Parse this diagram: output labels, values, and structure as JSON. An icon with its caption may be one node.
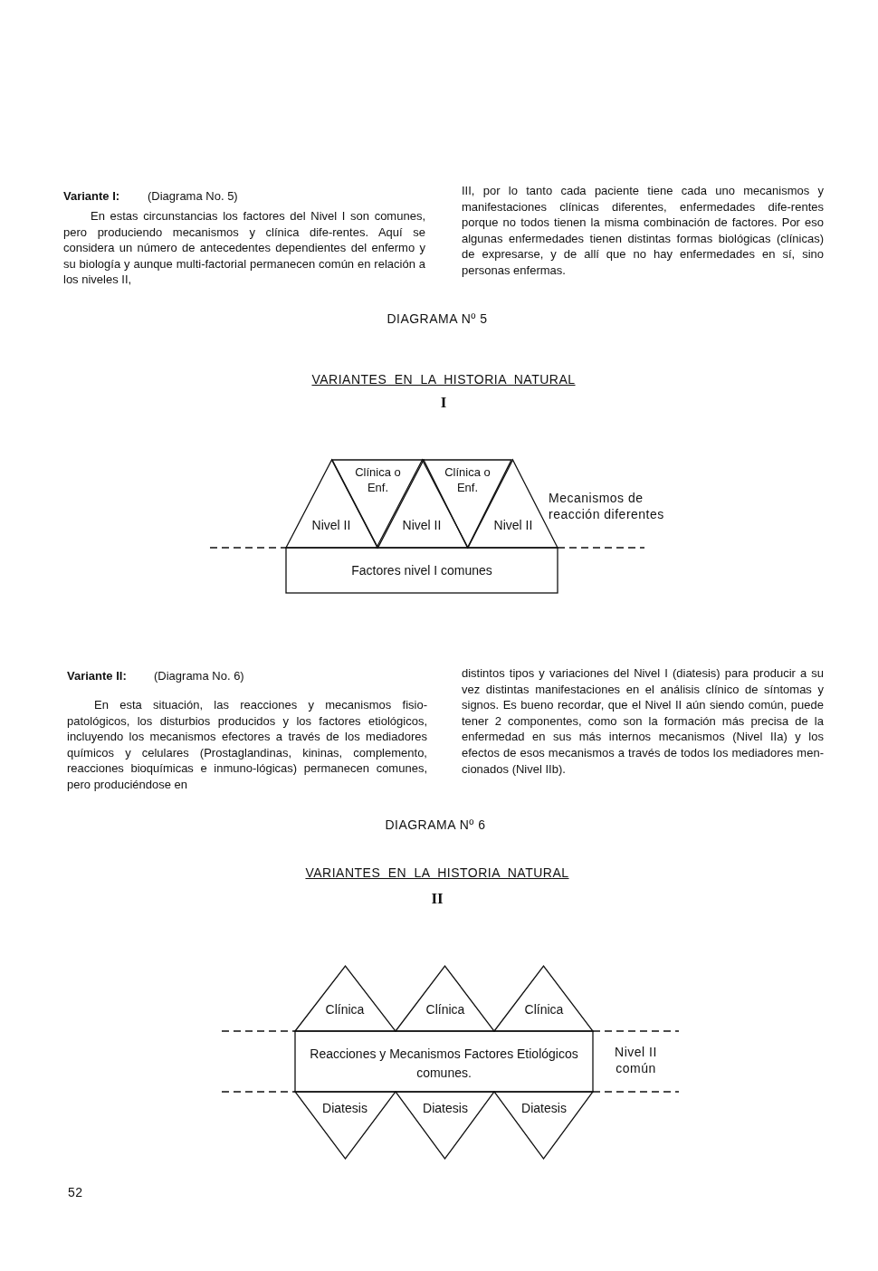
{
  "diagram": {
    "nodes": [
      {
        "text": [
          "Clínica o Enf."
        ]
      },
      {
        "text": [
          "Clínica o Enf."
        ]
      },
      {
        "text": [
          "Nivel II"
        ]
      },
      {
        "text": [
          "Nivel II"
        ]
      },
      {
        "text": [
          "Nivel II"
        ]
      },
      {
        "text": [
          "Factores nivel I comunes"
        ]
      },
      {
        "text": [
          "Clínica"
        ]
      },
      {
        "text": [
          "Clínica"
        ]
      },
      {
        "text": [
          "Clínica"
        ]
      },
      {
        "text": [
          "Reacciones y Mecanismos Factores Etiológicos comunes."
        ]
      },
      {
        "text": [
          "Diatesis"
        ]
      },
      {
        "text": [
          "Diatesis"
        ]
      },
      {
        "text": [
          "Diatesis"
        ]
      }
    ],
    "labels": [
      "Variante I:",
      "(Diagrama No. 5)",
      "En estas circunstancias los factores del Nivel I son comunes, pero produciendo mecanismos y clínica dife-rentes. Aquí se considera un número de antecedentes dependientes del enfermo y su biología y aunque multi-factorial permanecen común en relación a los niveles II,",
      "III, por lo tanto cada paciente tiene cada uno mecanismos y manifestaciones clínicas diferentes, enfermedades dife-rentes porque no todos tienen la misma combinación de factores. Por eso algunas enfermedades tienen distintas formas biológicas (clínicas) de expresarse, y de allí que no hay enfermedades en sí, sino personas enfermas.",
      "DIAGRAMA Nº 5",
      "VARIANTES EN LA HISTORIA NATURAL",
      "I",
      "Mecanismos de reacción diferentes",
      "Variante II:",
      "(Diagrama No. 6)",
      "En esta situación, las reacciones y mecanismos fisio-patológicos, los disturbios producidos y los factores etiológicos, incluyendo los mecanismos efectores a través de los mediadores químicos y celulares (Prostaglandinas, kininas, complemento, reacciones bioquímicas e inmuno-lógicas) permanecen comunes, pero produciéndose en",
      "distintos tipos y variaciones del Nivel I (diatesis) para producir a su vez distintas manifestaciones en el análisis clínico de síntomas y signos. Es bueno recordar, que el Nivel II aún siendo común, puede tener 2 componentes, como son la formación más precisa de la enfermedad en sus más internos mecanismos (Nivel IIa) y los efectos de esos mecanismos a través de todos los mediadores men-cionados (Nivel IIb).",
      "DIAGRAMA Nº 6",
      "VARIANTES EN LA HISTORIA NATURAL",
      "II",
      "Nivel II común",
      "52"
    ]
  }
}
